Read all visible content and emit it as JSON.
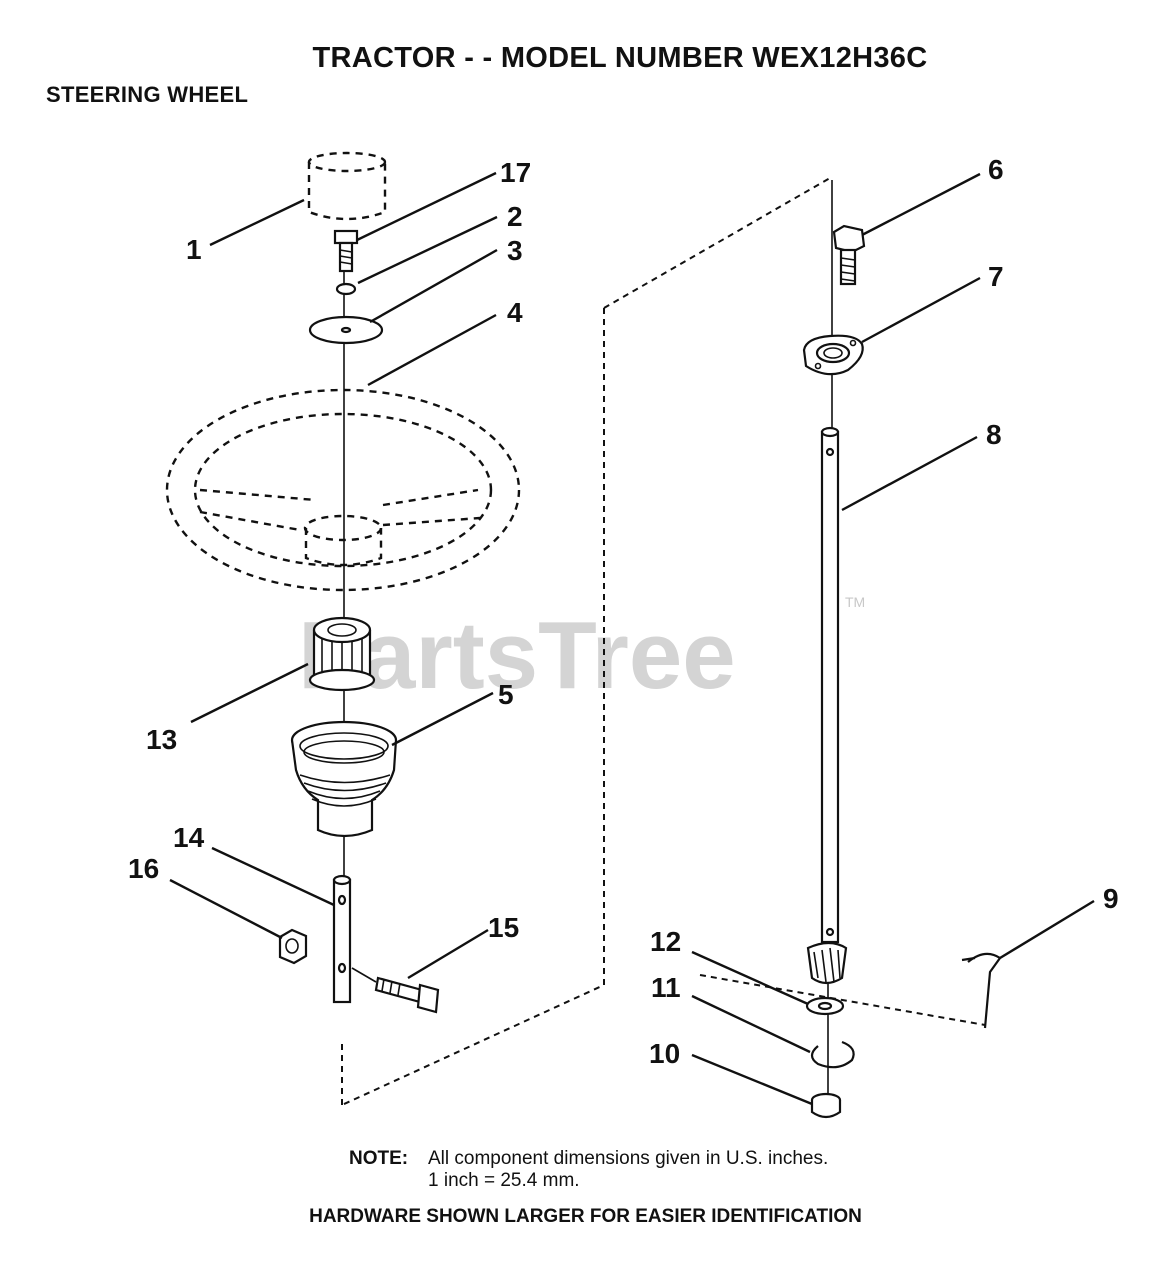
{
  "header": {
    "title": "TRACTOR - - MODEL NUMBER WEX12H36C",
    "subtitle": "STEERING WHEEL"
  },
  "watermark": {
    "text": "PartsTree",
    "tm": "TM"
  },
  "callouts": {
    "c1": "1",
    "c2": "2",
    "c3": "3",
    "c4": "4",
    "c5": "5",
    "c6": "6",
    "c7": "7",
    "c8": "8",
    "c9": "9",
    "c10": "10",
    "c11": "11",
    "c12": "12",
    "c13": "13",
    "c14": "14",
    "c15": "15",
    "c16": "16",
    "c17": "17"
  },
  "note": {
    "label": "NOTE:",
    "line1": "All component dimensions given in U.S. inches.",
    "line2": "1 inch = 25.4 mm."
  },
  "footer": "HARDWARE SHOWN LARGER FOR EASIER IDENTIFICATION"
}
